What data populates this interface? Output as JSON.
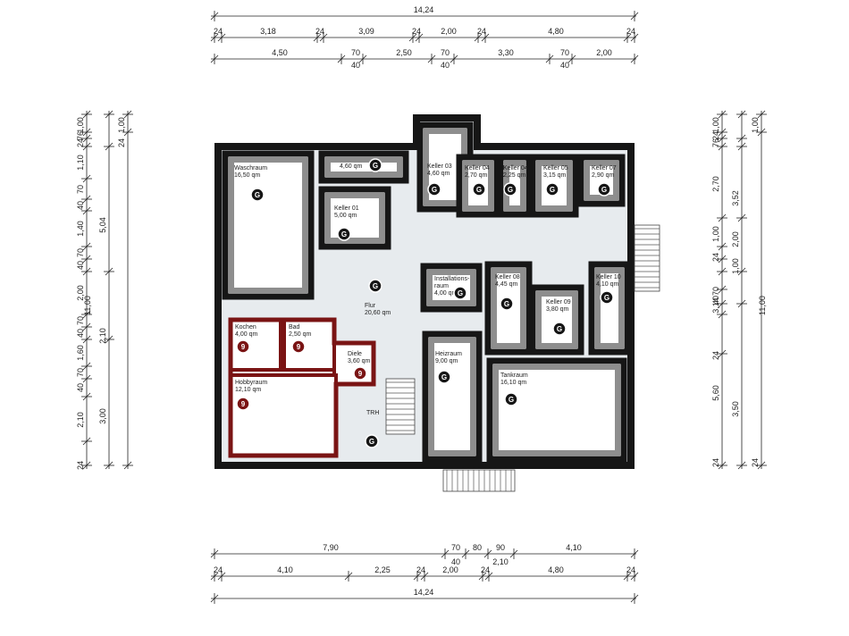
{
  "dims": {
    "top": {
      "total": "14,24",
      "row2": [
        "24",
        "3,18",
        "24",
        "3,09",
        "24",
        "2,00",
        "24",
        "4,80",
        "24"
      ],
      "row3": [
        "4,50",
        "70",
        "40",
        "2,50",
        "70",
        "40",
        "3,30",
        "70",
        "40",
        "2,00"
      ]
    },
    "bottom": {
      "row1": [
        "7,90",
        "70",
        "40",
        "80",
        "90",
        "2,10",
        "4,10"
      ],
      "row2": [
        "24",
        "4,10",
        "2,25",
        "24",
        "2,00",
        "24",
        "4,80",
        "24"
      ],
      "total": "14,24"
    },
    "left": {
      "outer": [
        "1,00",
        "76",
        "24",
        "1,10",
        "70",
        "40",
        "1,40",
        "70",
        "40",
        "2,00",
        "70",
        "40",
        "1,60",
        "70",
        "40",
        "2,10",
        "24"
      ],
      "mid": [
        "5,04",
        "2,10",
        "3,00"
      ],
      "total": "11,00",
      "inner": [
        "24",
        "1,00"
      ]
    },
    "right": {
      "outer": [
        "1,00",
        "24",
        "76",
        "2,70",
        "1,00",
        "24",
        "70",
        "40",
        "3,14",
        "5,60",
        "24",
        "24"
      ],
      "mid": [
        "3,52",
        "2,00",
        "1,00",
        "3,50"
      ],
      "total": "11,00",
      "inner": [
        "1,00",
        "24"
      ]
    }
  },
  "rooms": [
    {
      "id": "waschraum",
      "name": "Waschraum",
      "area": "16,50 qm",
      "badge": "G"
    },
    {
      "id": "keller-02",
      "name": "",
      "area": "4,60 qm",
      "badge": "G"
    },
    {
      "id": "keller-01",
      "name": "Keller 01",
      "area": "5,00 qm",
      "badge": "G"
    },
    {
      "id": "keller-03",
      "name": "Keller 03",
      "area": "4,60 qm",
      "badge": "G"
    },
    {
      "id": "keller-04a",
      "name": "Keller 04",
      "area": "2,70 qm",
      "badge": "G"
    },
    {
      "id": "keller-04b",
      "name": "Keller 04",
      "area": "2,25 qm",
      "badge": "G"
    },
    {
      "id": "keller-05",
      "name": "Keller 05",
      "area": "3,15 qm",
      "badge": "G"
    },
    {
      "id": "keller-07",
      "name": "Keller 07",
      "area": "2,90 qm",
      "badge": "G"
    },
    {
      "id": "flur",
      "name": "Flur",
      "area": "20,60 qm",
      "badge": "G"
    },
    {
      "id": "installationsraum",
      "name": "Installations-\nraum",
      "area": "4,00 qm",
      "badge": "G"
    },
    {
      "id": "keller-08",
      "name": "Keller 08",
      "area": "4,45 qm",
      "badge": "G"
    },
    {
      "id": "keller-09",
      "name": "Keller 09",
      "area": "3,80 qm",
      "badge": "G"
    },
    {
      "id": "keller-10",
      "name": "Keller 10",
      "area": "4,10 qm",
      "badge": "G"
    },
    {
      "id": "kochen",
      "name": "Kochen",
      "area": "4,00 qm",
      "badge": "9"
    },
    {
      "id": "bad",
      "name": "Bad",
      "area": "2,50 qm",
      "badge": "9"
    },
    {
      "id": "diele",
      "name": "Diele",
      "area": "3,60 qm",
      "badge": "9"
    },
    {
      "id": "hobbyraum",
      "name": "Hobbyraum",
      "area": "12,10 qm",
      "badge": "9"
    },
    {
      "id": "heizraum",
      "name": "Heizraum",
      "area": "9,00 qm",
      "badge": "G"
    },
    {
      "id": "tankraum",
      "name": "Tankraum",
      "area": "16,10 qm",
      "badge": "G"
    },
    {
      "id": "trh",
      "name": "TRH",
      "area": "",
      "badge": "G"
    }
  ],
  "colors": {
    "wall": "#161616",
    "inner_band": "#8e8e8e",
    "floor": "#e7ebee",
    "highlight": "#7a1414"
  }
}
